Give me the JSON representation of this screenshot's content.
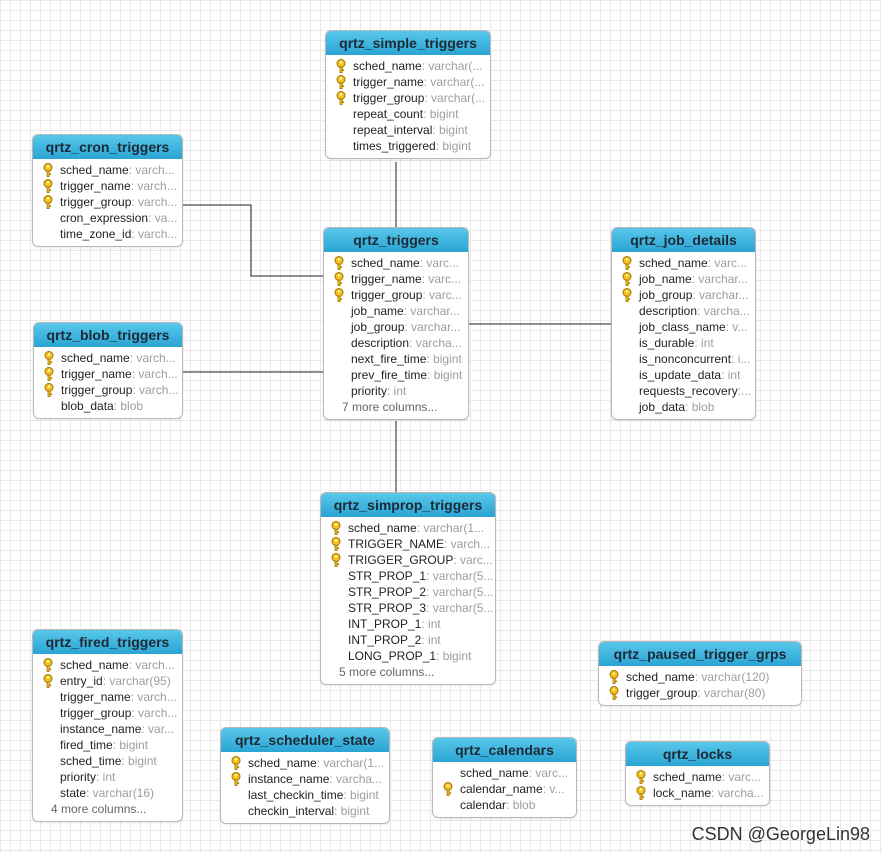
{
  "tables": {
    "simple": {
      "title": "qrtz_simple_triggers",
      "columns": [
        {
          "name": "sched_name",
          "type": ": varchar(..."
        },
        {
          "name": "trigger_name",
          "type": ": varchar(..."
        },
        {
          "name": "trigger_group",
          "type": ": varchar(..."
        },
        {
          "name": "repeat_count",
          "type": ": bigint"
        },
        {
          "name": "repeat_interval",
          "type": ": bigint"
        },
        {
          "name": "times_triggered",
          "type": ": bigint"
        }
      ]
    },
    "cron": {
      "title": "qrtz_cron_triggers",
      "columns": [
        {
          "name": "sched_name",
          "type": ": varch..."
        },
        {
          "name": "trigger_name",
          "type": ": varch..."
        },
        {
          "name": "trigger_group",
          "type": ": varch..."
        },
        {
          "name": "cron_expression",
          "type": ": va..."
        },
        {
          "name": "time_zone_id",
          "type": ": varch..."
        }
      ]
    },
    "triggers": {
      "title": "qrtz_triggers",
      "columns": [
        {
          "name": "sched_name",
          "type": ": varc..."
        },
        {
          "name": "trigger_name",
          "type": ": varc..."
        },
        {
          "name": "trigger_group",
          "type": ": varc..."
        },
        {
          "name": "job_name",
          "type": ": varchar..."
        },
        {
          "name": "job_group",
          "type": ": varchar..."
        },
        {
          "name": "description",
          "type": ": varcha..."
        },
        {
          "name": "next_fire_time",
          "type": ": bigint"
        },
        {
          "name": "prev_fire_time",
          "type": ": bigint"
        },
        {
          "name": "priority",
          "type": ": int"
        }
      ],
      "more": "7 more columns..."
    },
    "job": {
      "title": "qrtz_job_details",
      "columns": [
        {
          "name": "sched_name",
          "type": ": varc..."
        },
        {
          "name": "job_name",
          "type": ": varchar..."
        },
        {
          "name": "job_group",
          "type": ": varchar..."
        },
        {
          "name": "description",
          "type": ": varcha..."
        },
        {
          "name": "job_class_name",
          "type": ": v..."
        },
        {
          "name": "is_durable",
          "type": ": int"
        },
        {
          "name": "is_nonconcurrent",
          "type": ": i..."
        },
        {
          "name": "is_update_data",
          "type": ": int"
        },
        {
          "name": "requests_recovery",
          "type": ":..."
        },
        {
          "name": "job_data",
          "type": ": blob"
        }
      ]
    },
    "blob": {
      "title": "qrtz_blob_triggers",
      "columns": [
        {
          "name": "sched_name",
          "type": ": varch..."
        },
        {
          "name": "trigger_name",
          "type": ": varch..."
        },
        {
          "name": "trigger_group",
          "type": ": varch..."
        },
        {
          "name": "blob_data",
          "type": ": blob"
        }
      ]
    },
    "simprop": {
      "title": "qrtz_simprop_triggers",
      "columns": [
        {
          "name": "sched_name",
          "type": ": varchar(1..."
        },
        {
          "name": "TRIGGER_NAME",
          "type": ": varch..."
        },
        {
          "name": "TRIGGER_GROUP",
          "type": ": varc..."
        },
        {
          "name": "STR_PROP_1",
          "type": ": varchar(5..."
        },
        {
          "name": "STR_PROP_2",
          "type": ": varchar(5..."
        },
        {
          "name": "STR_PROP_3",
          "type": ": varchar(5..."
        },
        {
          "name": "INT_PROP_1",
          "type": ": int"
        },
        {
          "name": "INT_PROP_2",
          "type": ": int"
        },
        {
          "name": "LONG_PROP_1",
          "type": ": bigint"
        }
      ],
      "more": "5 more columns..."
    },
    "fired": {
      "title": "qrtz_fired_triggers",
      "columns": [
        {
          "name": "sched_name",
          "type": ": varch..."
        },
        {
          "name": "entry_id",
          "type": ": varchar(95)"
        },
        {
          "name": "trigger_name",
          "type": ": varch..."
        },
        {
          "name": "trigger_group",
          "type": ": varch..."
        },
        {
          "name": "instance_name",
          "type": ": var..."
        },
        {
          "name": "fired_time",
          "type": ": bigint"
        },
        {
          "name": "sched_time",
          "type": ": bigint"
        },
        {
          "name": "priority",
          "type": ": int"
        },
        {
          "name": "state",
          "type": ": varchar(16)"
        }
      ],
      "more": "4 more columns..."
    },
    "paused": {
      "title": "qrtz_paused_trigger_grps",
      "columns": [
        {
          "name": "sched_name",
          "type": ": varchar(120)"
        },
        {
          "name": "trigger_group",
          "type": ": varchar(80)"
        }
      ]
    },
    "state": {
      "title": "qrtz_scheduler_state",
      "columns": [
        {
          "name": "sched_name",
          "type": ": varchar(1..."
        },
        {
          "name": "instance_name",
          "type": ": varcha..."
        },
        {
          "name": "last_checkin_time",
          "type": ": bigint"
        },
        {
          "name": "checkin_interval",
          "type": ": bigint"
        }
      ]
    },
    "calendars": {
      "title": "qrtz_calendars",
      "columns": [
        {
          "name": "sched_name",
          "type": ": varc..."
        },
        {
          "name": "calendar_name",
          "type": ": v..."
        },
        {
          "name": "calendar",
          "type": ": blob"
        }
      ]
    },
    "locks": {
      "title": "qrtz_locks",
      "columns": [
        {
          "name": "sched_name",
          "type": ": varc..."
        },
        {
          "name": "lock_name",
          "type": ": varcha..."
        }
      ]
    }
  },
  "watermark": "CSDN @GeorgeLin98",
  "colors": {
    "header": "#2aa4d4",
    "key": "#f4c21b",
    "connector": "#222222"
  }
}
